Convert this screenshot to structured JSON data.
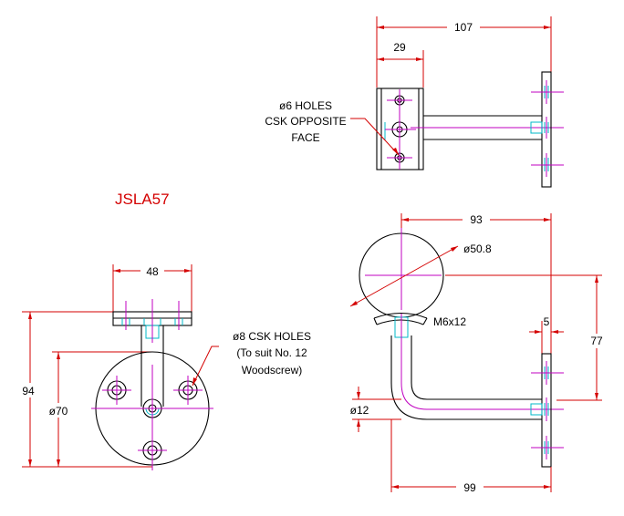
{
  "part_number": "JSLA57",
  "dimensions": {
    "top_overall": "107",
    "top_block": "29",
    "front_bracket_width": "48",
    "front_height": "94",
    "front_diameter": "ø70",
    "side_reach": "93",
    "side_rail_diameter": "ø50.8",
    "side_height": "77",
    "side_plate": "5",
    "side_bar_diameter": "ø12",
    "side_base": "99"
  },
  "notes": {
    "holes_6": [
      "ø6 HOLES",
      "CSK OPPOSITE",
      "FACE"
    ],
    "holes_8": [
      "ø8 CSK HOLES",
      "(To suit No. 12",
      "Woodscrew)"
    ],
    "thread": "M6x12"
  },
  "colors": {
    "dimension": "#d40000",
    "outline": "#000000",
    "centerline": "#c000c0",
    "hidden": "#00b8c8"
  }
}
